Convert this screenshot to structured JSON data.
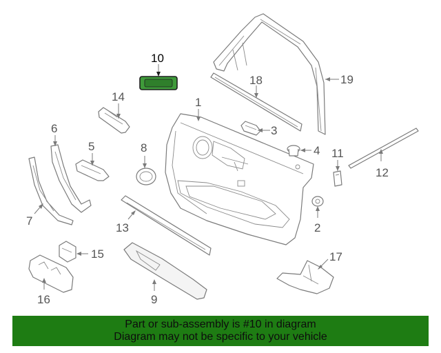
{
  "callouts": {
    "c1": "1",
    "c2": "2",
    "c3": "3",
    "c4": "4",
    "c5": "5",
    "c6": "6",
    "c7": "7",
    "c8": "8",
    "c9": "9",
    "c10": "10",
    "c11": "11",
    "c12": "12",
    "c13": "13",
    "c14": "14",
    "c15": "15",
    "c16": "16",
    "c17": "17",
    "c18": "18",
    "c19": "19"
  },
  "highlighted_part": "10",
  "highlight_color": "#3f9b3a",
  "banner": {
    "line1": "Part or sub-assembly is #10 in diagram",
    "line2": "Diagram may not be specific to your vehicle",
    "color": "#1e7c13"
  }
}
